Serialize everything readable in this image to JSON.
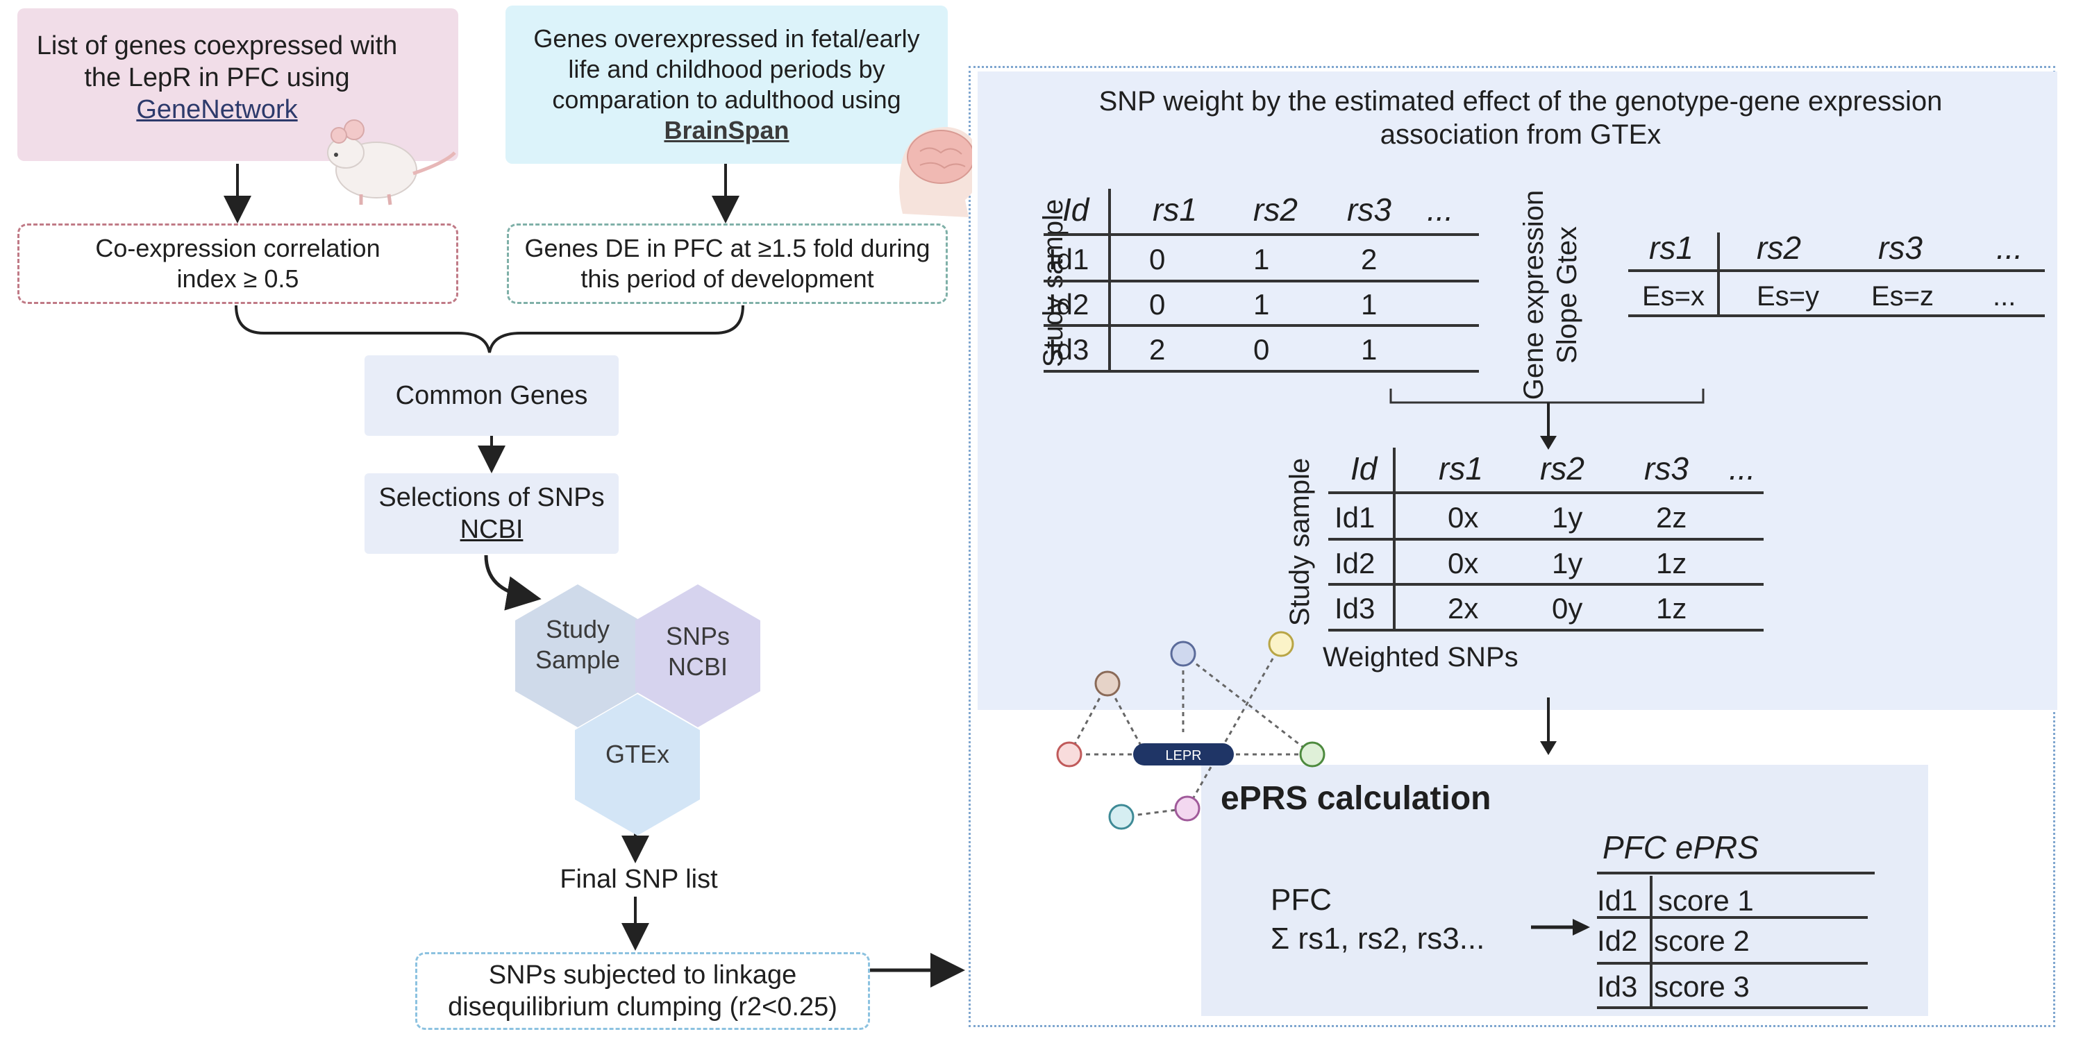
{
  "boxes": {
    "gene_network": {
      "line1": "List of genes coexpressed with",
      "line2": "the LepR in PFC using",
      "link": "GeneNetwork"
    },
    "brainspan": {
      "line1": "Genes overexpressed in fetal/early",
      "line2": "life and childhood periods by",
      "line3": "comparation to adulthood using",
      "link": "BrainSpan"
    },
    "coexpression": {
      "line1": "Co-expression correlation",
      "line2": "index ≥ 0.5"
    },
    "genes_de": {
      "line1": "Genes DE in PFC at ≥1.5 fold during",
      "line2": "this period of development"
    },
    "common_genes": "Common Genes",
    "selections": {
      "line1": "Selections of SNPs",
      "link": "NCBI"
    },
    "final_snp": "Final SNP list",
    "clumping": {
      "line1": "SNPs subjected to linkage",
      "line2": "disequilibrium clumping (r2<0.25)"
    }
  },
  "hexagons": {
    "study_sample": {
      "line1": "Study",
      "line2": "Sample"
    },
    "snps_ncbi": {
      "line1": "SNPs",
      "line2": "NCBI"
    },
    "gtex": "GTEx"
  },
  "colors": {
    "hex_study": "#cfdaea",
    "hex_snps": "#d6d3ee",
    "hex_gtex": "#d3e5f6"
  },
  "weight_title": {
    "line1": "SNP weight by the estimated effect of the genotype-gene expression",
    "line2": "association from GTEx"
  },
  "study_table": {
    "side_label": "Study sample",
    "headers": [
      "Id",
      "rs1",
      "rs2",
      "rs3",
      "..."
    ],
    "rows": [
      [
        "Id1",
        "0",
        "1",
        "2"
      ],
      [
        "Id2",
        "0",
        "1",
        "1"
      ],
      [
        "Id3",
        "2",
        "0",
        "1"
      ]
    ]
  },
  "gtex_table": {
    "side_label_1": "Gene expression",
    "side_label_2": "Slope Gtex",
    "headers": [
      "rs1",
      "rs2",
      "rs3",
      "..."
    ],
    "values": [
      "Es=x",
      "Es=y",
      "Es=z",
      "..."
    ]
  },
  "weighted_table": {
    "side_label": "Study sample",
    "headers": [
      "Id",
      "rs1",
      "rs2",
      "rs3",
      "..."
    ],
    "rows": [
      [
        "Id1",
        "0x",
        "1y",
        "2z"
      ],
      [
        "Id2",
        "0x",
        "1y",
        "1z"
      ],
      [
        "Id3",
        "2x",
        "0y",
        "1z"
      ]
    ],
    "caption": "Weighted SNPs"
  },
  "network": {
    "center_label": "LEPR"
  },
  "eprs": {
    "title": "ePRS calculation",
    "pfc_label": "PFC",
    "formula": "Σ rs1, rs2, rs3...",
    "table_title": "PFC ePRS",
    "rows": [
      [
        "Id1",
        "score 1"
      ],
      [
        "Id2",
        "score 2"
      ],
      [
        "Id3",
        "score 3"
      ]
    ]
  }
}
